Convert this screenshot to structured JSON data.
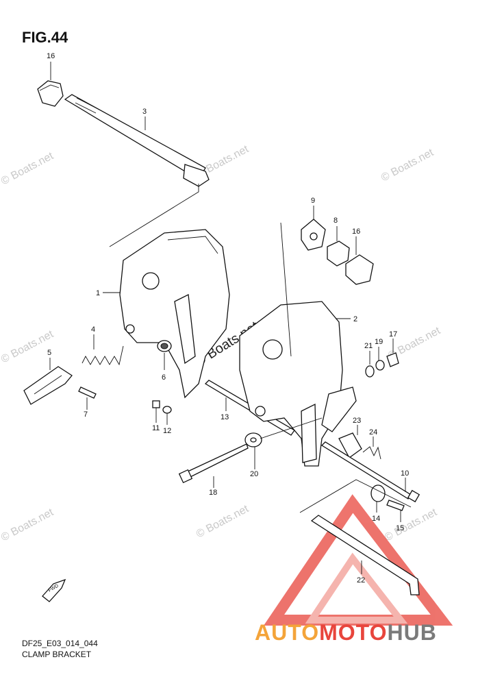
{
  "figure_title": "FIG.44",
  "footer": {
    "code": "DF25_E03_014_044",
    "name": "CLAMP BRACKET"
  },
  "fwd_label": "FWD",
  "brand": {
    "part1": "AUTO",
    "part2": "MOTO",
    "part3": "HUB"
  },
  "watermark": "© Boats.net",
  "callouts": {
    "c1": "1",
    "c2": "2",
    "c3": "3",
    "c4": "4",
    "c5": "5",
    "c6": "6",
    "c7": "7",
    "c8": "8",
    "c9": "9",
    "c10": "10",
    "c11": "11",
    "c12": "12",
    "c13": "13",
    "c14": "14",
    "c15": "15",
    "c16a": "16",
    "c16b": "16",
    "c17": "17",
    "c18": "18",
    "c19": "19",
    "c20": "20",
    "c21": "21",
    "c22": "22",
    "c23": "23",
    "c24": "24"
  },
  "colors": {
    "brand_orange": "#f4a43a",
    "brand_red": "#e8453c",
    "brand_gray": "#7a7a7a"
  }
}
